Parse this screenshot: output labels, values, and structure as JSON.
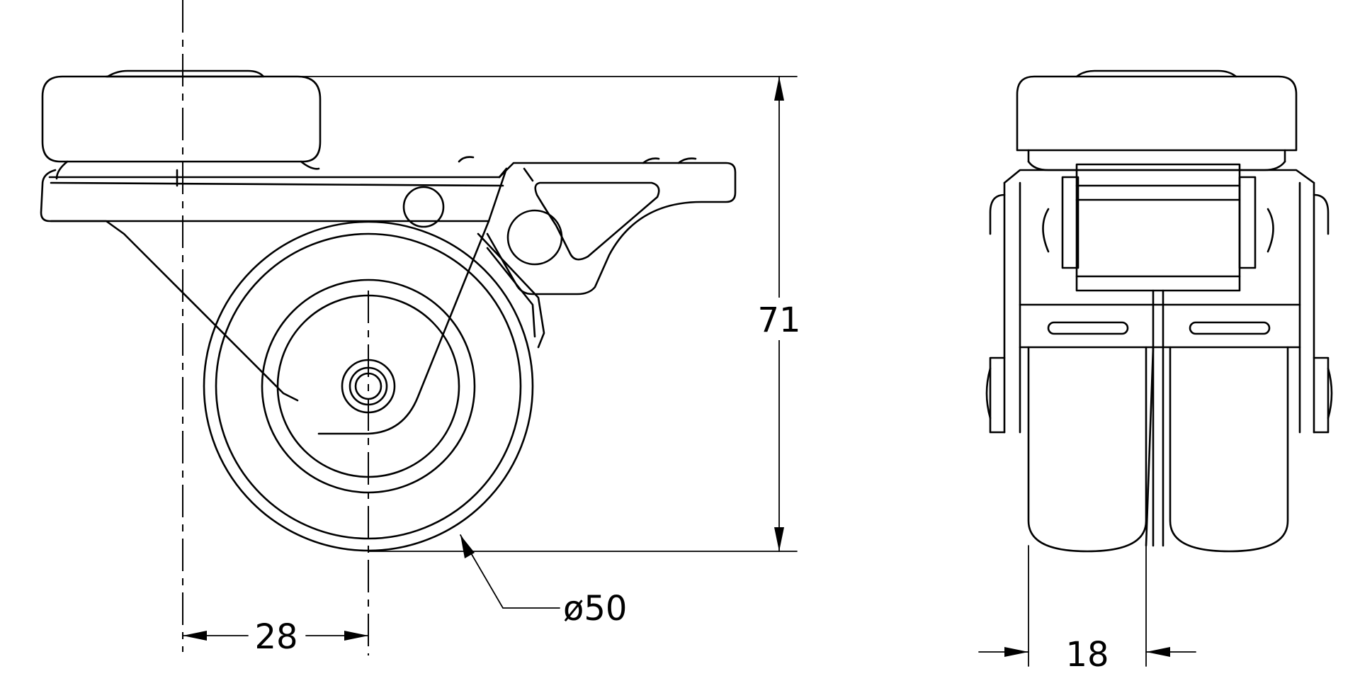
{
  "diagram": {
    "dimensions": {
      "height": "71",
      "offset": "28",
      "wheel_diameter": "ø50",
      "wheel_width": "18"
    },
    "colors": {
      "line": "#000000",
      "background": "#ffffff"
    }
  }
}
